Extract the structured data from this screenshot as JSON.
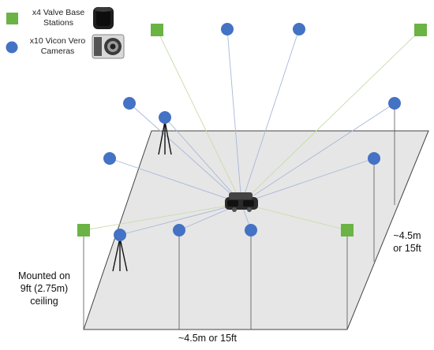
{
  "legend": {
    "base_station_label_line1": "x4 Valve Base",
    "base_station_label_line2": "Stations",
    "camera_label_line1": "x10 Vicon Vero",
    "camera_label_line2": "Cameras",
    "base_station_color": "#6ab344",
    "camera_color": "#4472c4"
  },
  "labels": {
    "ceiling_line1": "Mounted on",
    "ceiling_line2": "9ft (2.75m)",
    "ceiling_line3": "ceiling",
    "depth_line1": "~4.5m",
    "depth_line2": "or 15ft",
    "width": "~4.5m or 15ft"
  },
  "colors": {
    "floor_fill": "#e6e6e6",
    "floor_edge": "#444444",
    "camera_ray": "#a8b8d8",
    "station_ray": "#c8dca8"
  }
}
